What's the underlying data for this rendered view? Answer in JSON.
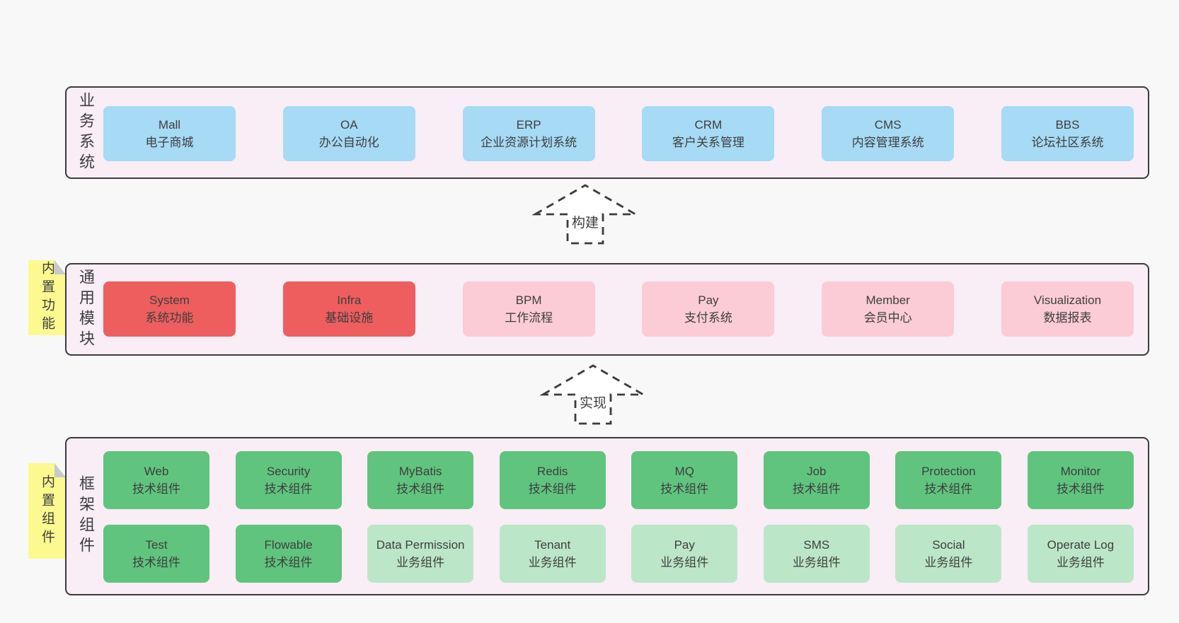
{
  "palette": {
    "page_background": "#f8f8f8",
    "container_background": "#f9edf6",
    "container_border": "#3c3a3e",
    "business_box": "#a6daf5",
    "core_module_box": "#ee5e5e",
    "optional_module_box": "#fbccd5",
    "tech_component_box": "#60c47e",
    "biz_component_box": "#bce6c8",
    "sticky_note": "#fbf98f",
    "sticky_fold": "#c9c9c9",
    "text": "#3e3e3e"
  },
  "arrows": [
    {
      "label": "构建"
    },
    {
      "label": "实现"
    }
  ],
  "stickies": [
    {
      "label": "内置功能"
    },
    {
      "label": "内置组件"
    }
  ],
  "layers": [
    {
      "label": "业务系统",
      "boxes": [
        {
          "en": "Mall",
          "zh": "电子商城"
        },
        {
          "en": "OA",
          "zh": "办公自动化"
        },
        {
          "en": "ERP",
          "zh": "企业资源计划系统"
        },
        {
          "en": "CRM",
          "zh": "客户关系管理"
        },
        {
          "en": "CMS",
          "zh": "内容管理系统"
        },
        {
          "en": "BBS",
          "zh": "论坛社区系统"
        }
      ]
    },
    {
      "label": "通用模块",
      "boxes": [
        {
          "en": "System",
          "zh": "系统功能"
        },
        {
          "en": "Infra",
          "zh": "基础设施"
        },
        {
          "en": "BPM",
          "zh": "工作流程"
        },
        {
          "en": "Pay",
          "zh": "支付系统"
        },
        {
          "en": "Member",
          "zh": "会员中心"
        },
        {
          "en": "Visualization",
          "zh": "数据报表"
        }
      ]
    },
    {
      "label": "框架组件",
      "rows": [
        [
          {
            "en": "Web",
            "zh": "技术组件"
          },
          {
            "en": "Security",
            "zh": "技术组件"
          },
          {
            "en": "MyBatis",
            "zh": "技术组件"
          },
          {
            "en": "Redis",
            "zh": "技术组件"
          },
          {
            "en": "MQ",
            "zh": "技术组件"
          },
          {
            "en": "Job",
            "zh": "技术组件"
          },
          {
            "en": "Protection",
            "zh": "技术组件"
          },
          {
            "en": "Monitor",
            "zh": "技术组件"
          }
        ],
        [
          {
            "en": "Test",
            "zh": "技术组件"
          },
          {
            "en": "Flowable",
            "zh": "技术组件"
          },
          {
            "en": "Data Permission",
            "zh": "业务组件"
          },
          {
            "en": "Tenant",
            "zh": "业务组件"
          },
          {
            "en": "Pay",
            "zh": "业务组件"
          },
          {
            "en": "SMS",
            "zh": "业务组件"
          },
          {
            "en": "Social",
            "zh": "业务组件"
          },
          {
            "en": "Operate Log",
            "zh": "业务组件"
          }
        ]
      ]
    }
  ]
}
